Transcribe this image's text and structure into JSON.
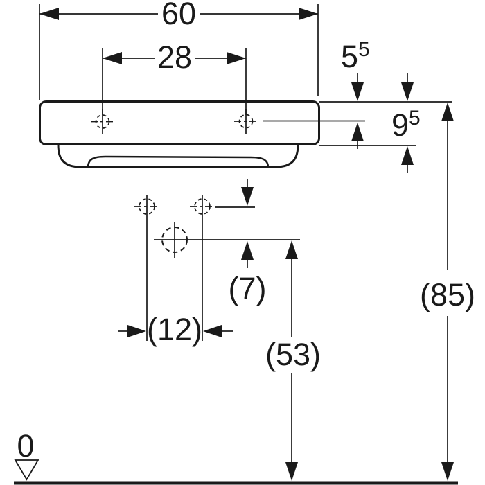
{
  "colors": {
    "ink": "#1a1a1a",
    "paper": "#ffffff"
  },
  "labels": {
    "overall_width": "60",
    "tap_hole_spacing": "28",
    "rim_to_tap_base": "5",
    "rim_to_tap_sup": "5",
    "rim_to_apron_base": "9",
    "rim_to_apron_sup": "5",
    "supply_drop": "(7)",
    "supply_spacing": "(12)",
    "drain_height": "(53)",
    "rim_height": "(85)",
    "datum": "0"
  }
}
